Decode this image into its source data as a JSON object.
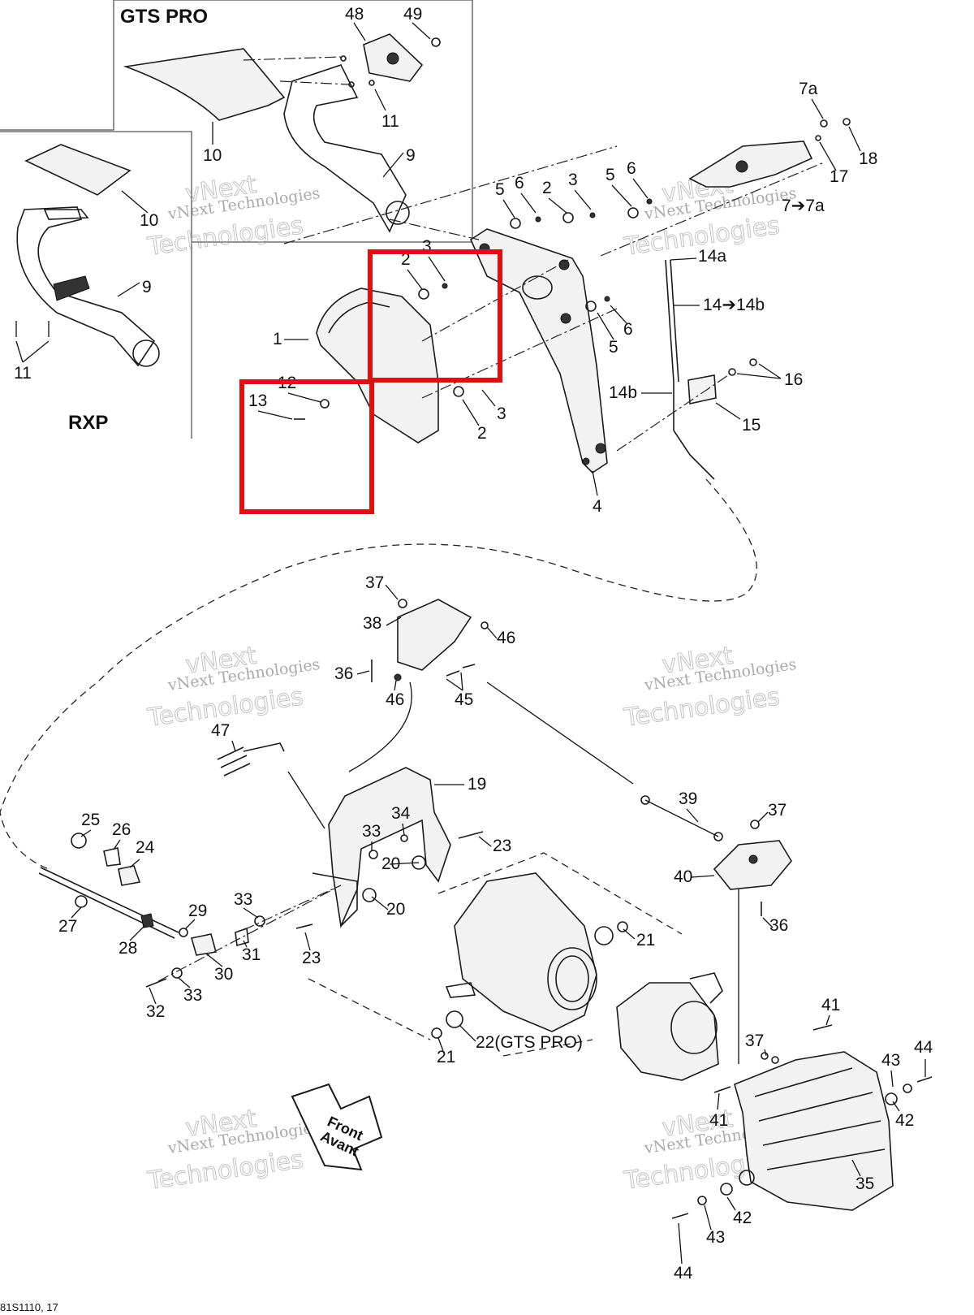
{
  "insets": {
    "gts_pro_title": "GTS PRO",
    "rxp_title": "RXP"
  },
  "watermark": {
    "line1": "vNext Technologies",
    "line2": "Technologies",
    "line3": "vNext"
  },
  "front_marker": {
    "line1": "Front",
    "line2": "Avant"
  },
  "footer": {
    "code": "81S1110, 17"
  },
  "callouts": {
    "c48": "48",
    "c49": "49",
    "c11a": "11",
    "c10a": "10",
    "c9a": "9",
    "c10b": "10",
    "c9b": "9",
    "c11b": "11",
    "c7a": "7a",
    "c18": "18",
    "c17": "17",
    "c7to7a": "7➔7a",
    "c5a": "5",
    "c6a": "6",
    "c2a": "2",
    "c3a": "3",
    "c5b": "5",
    "c6b": "6",
    "c14a": "14a",
    "c14to14b": "14➔14b",
    "c6c": "6",
    "c5c": "5",
    "c3b": "3",
    "c2b": "2",
    "c1": "1",
    "c12": "12",
    "c13": "13",
    "c3c": "3",
    "c2c": "2",
    "c16": "16",
    "c14b": "14b",
    "c15": "15",
    "c4": "4",
    "c37a": "37",
    "c38": "38",
    "c46a": "46",
    "c36a": "36",
    "c46b": "46",
    "c45": "45",
    "c47": "47",
    "c19": "19",
    "c34": "34",
    "c33a": "33",
    "c23a": "23",
    "c20a": "20",
    "c20b": "20",
    "c25": "25",
    "c26": "26",
    "c24": "24",
    "c29": "29",
    "c33b": "33",
    "c27": "27",
    "c28": "28",
    "c31": "31",
    "c30": "30",
    "c23b": "23",
    "c33c": "33",
    "c32": "32",
    "c21a": "21",
    "c22": "22(GTS PRO)",
    "c21b": "21",
    "c39": "39",
    "c37b": "37",
    "c40": "40",
    "c36b": "36",
    "c41a": "41",
    "c37c": "37",
    "c44a": "44",
    "c43a": "43",
    "c42a": "42",
    "c41b": "41",
    "c35": "35",
    "c42b": "42",
    "c43b": "43",
    "c44b": "44"
  }
}
